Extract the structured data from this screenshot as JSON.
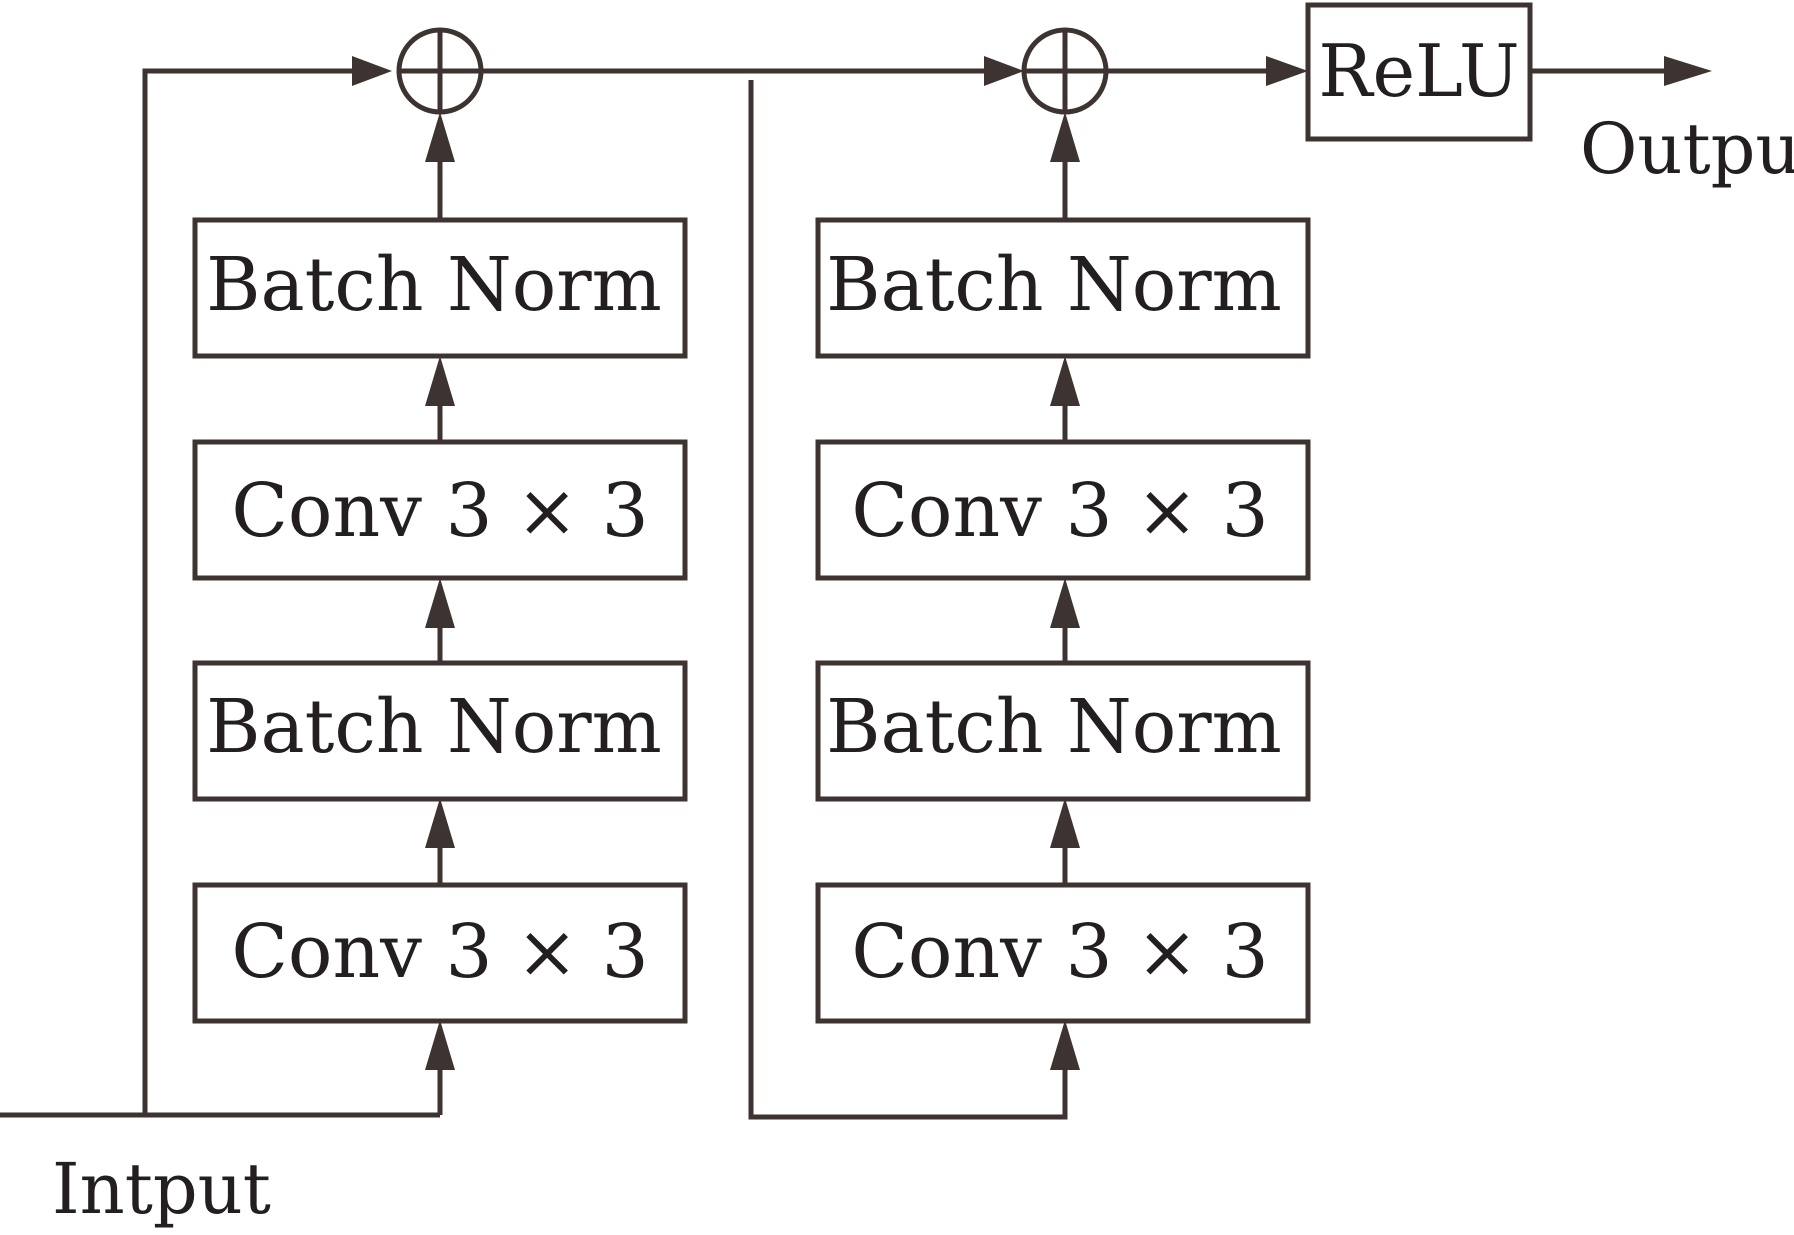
{
  "diagram": {
    "input_label": "Intput",
    "output_label": "Output",
    "relu_label": "ReLU",
    "block1": {
      "layers": [
        "Conv 3 × 3",
        "Batch Norm",
        "Conv 3 × 3",
        "Batch Norm"
      ]
    },
    "block2": {
      "layers": [
        "Conv 3 × 3",
        "Batch Norm",
        "Conv 3 × 3",
        "Batch Norm"
      ]
    }
  }
}
